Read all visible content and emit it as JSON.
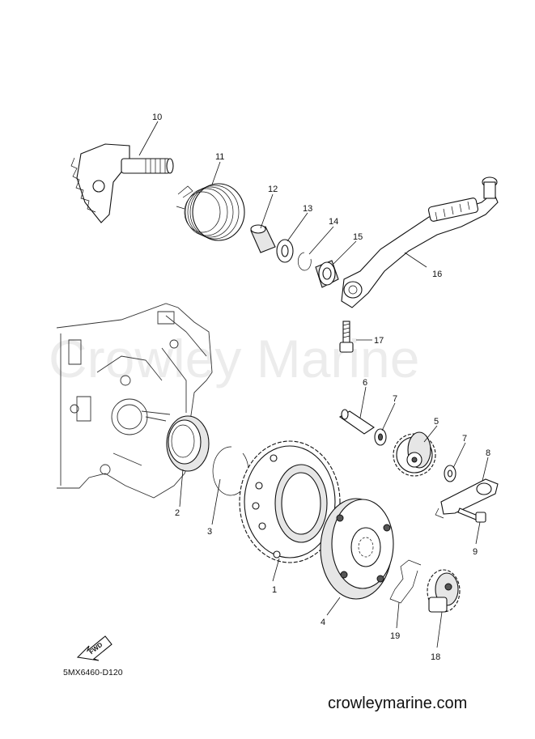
{
  "watermark": "Crowley Marine",
  "drawing_code": "5MX6460-D120",
  "site_url": "crowleymarine.com",
  "fwd_arrow_label": "FWD",
  "callouts": [
    "1",
    "2",
    "3",
    "4",
    "5",
    "6",
    "7",
    "7",
    "8",
    "9",
    "10",
    "11",
    "12",
    "13",
    "14",
    "15",
    "16",
    "17",
    "18",
    "19"
  ]
}
